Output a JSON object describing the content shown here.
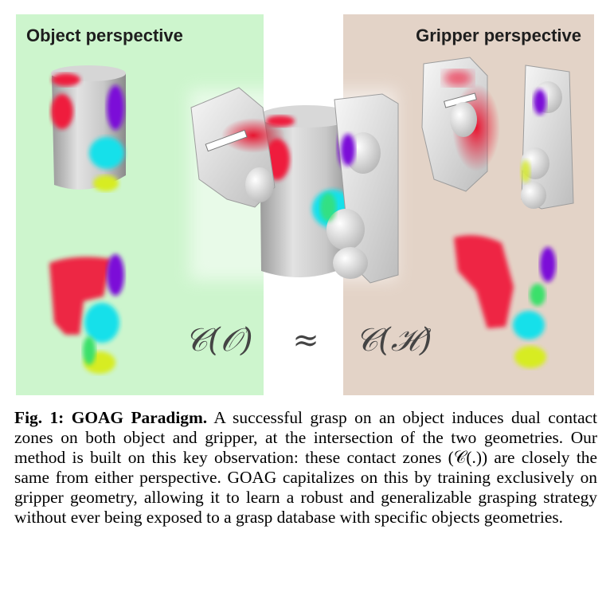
{
  "figure": {
    "left_label": "Object perspective",
    "right_label": "Gripper perspective",
    "equation_left": "𝒞(𝒪)",
    "equation_sym": "≈",
    "equation_right": "𝒞(ℋ)",
    "colors": {
      "left_bg": "#cdf5cd",
      "right_bg": "#e3d3c7",
      "contact_red": "#ef1b3c",
      "contact_purple": "#7b10d8",
      "contact_cyan": "#19e0ea",
      "contact_yellow": "#d7ec22"
    }
  },
  "caption": {
    "label": "Fig. 1: GOAG Paradigm.",
    "text": " A successful grasp on an object induces dual contact zones on both object and gripper, at the intersection of the two geometries. Our method is built on this key observation: these contact zones (𝒞(.)) are closely the same from either perspective. GOAG capitalizes on this by training exclusively on gripper geometry, allowing it to learn a robust and generalizable grasping strategy without ever being exposed to a grasp database with specific objects geometries."
  }
}
